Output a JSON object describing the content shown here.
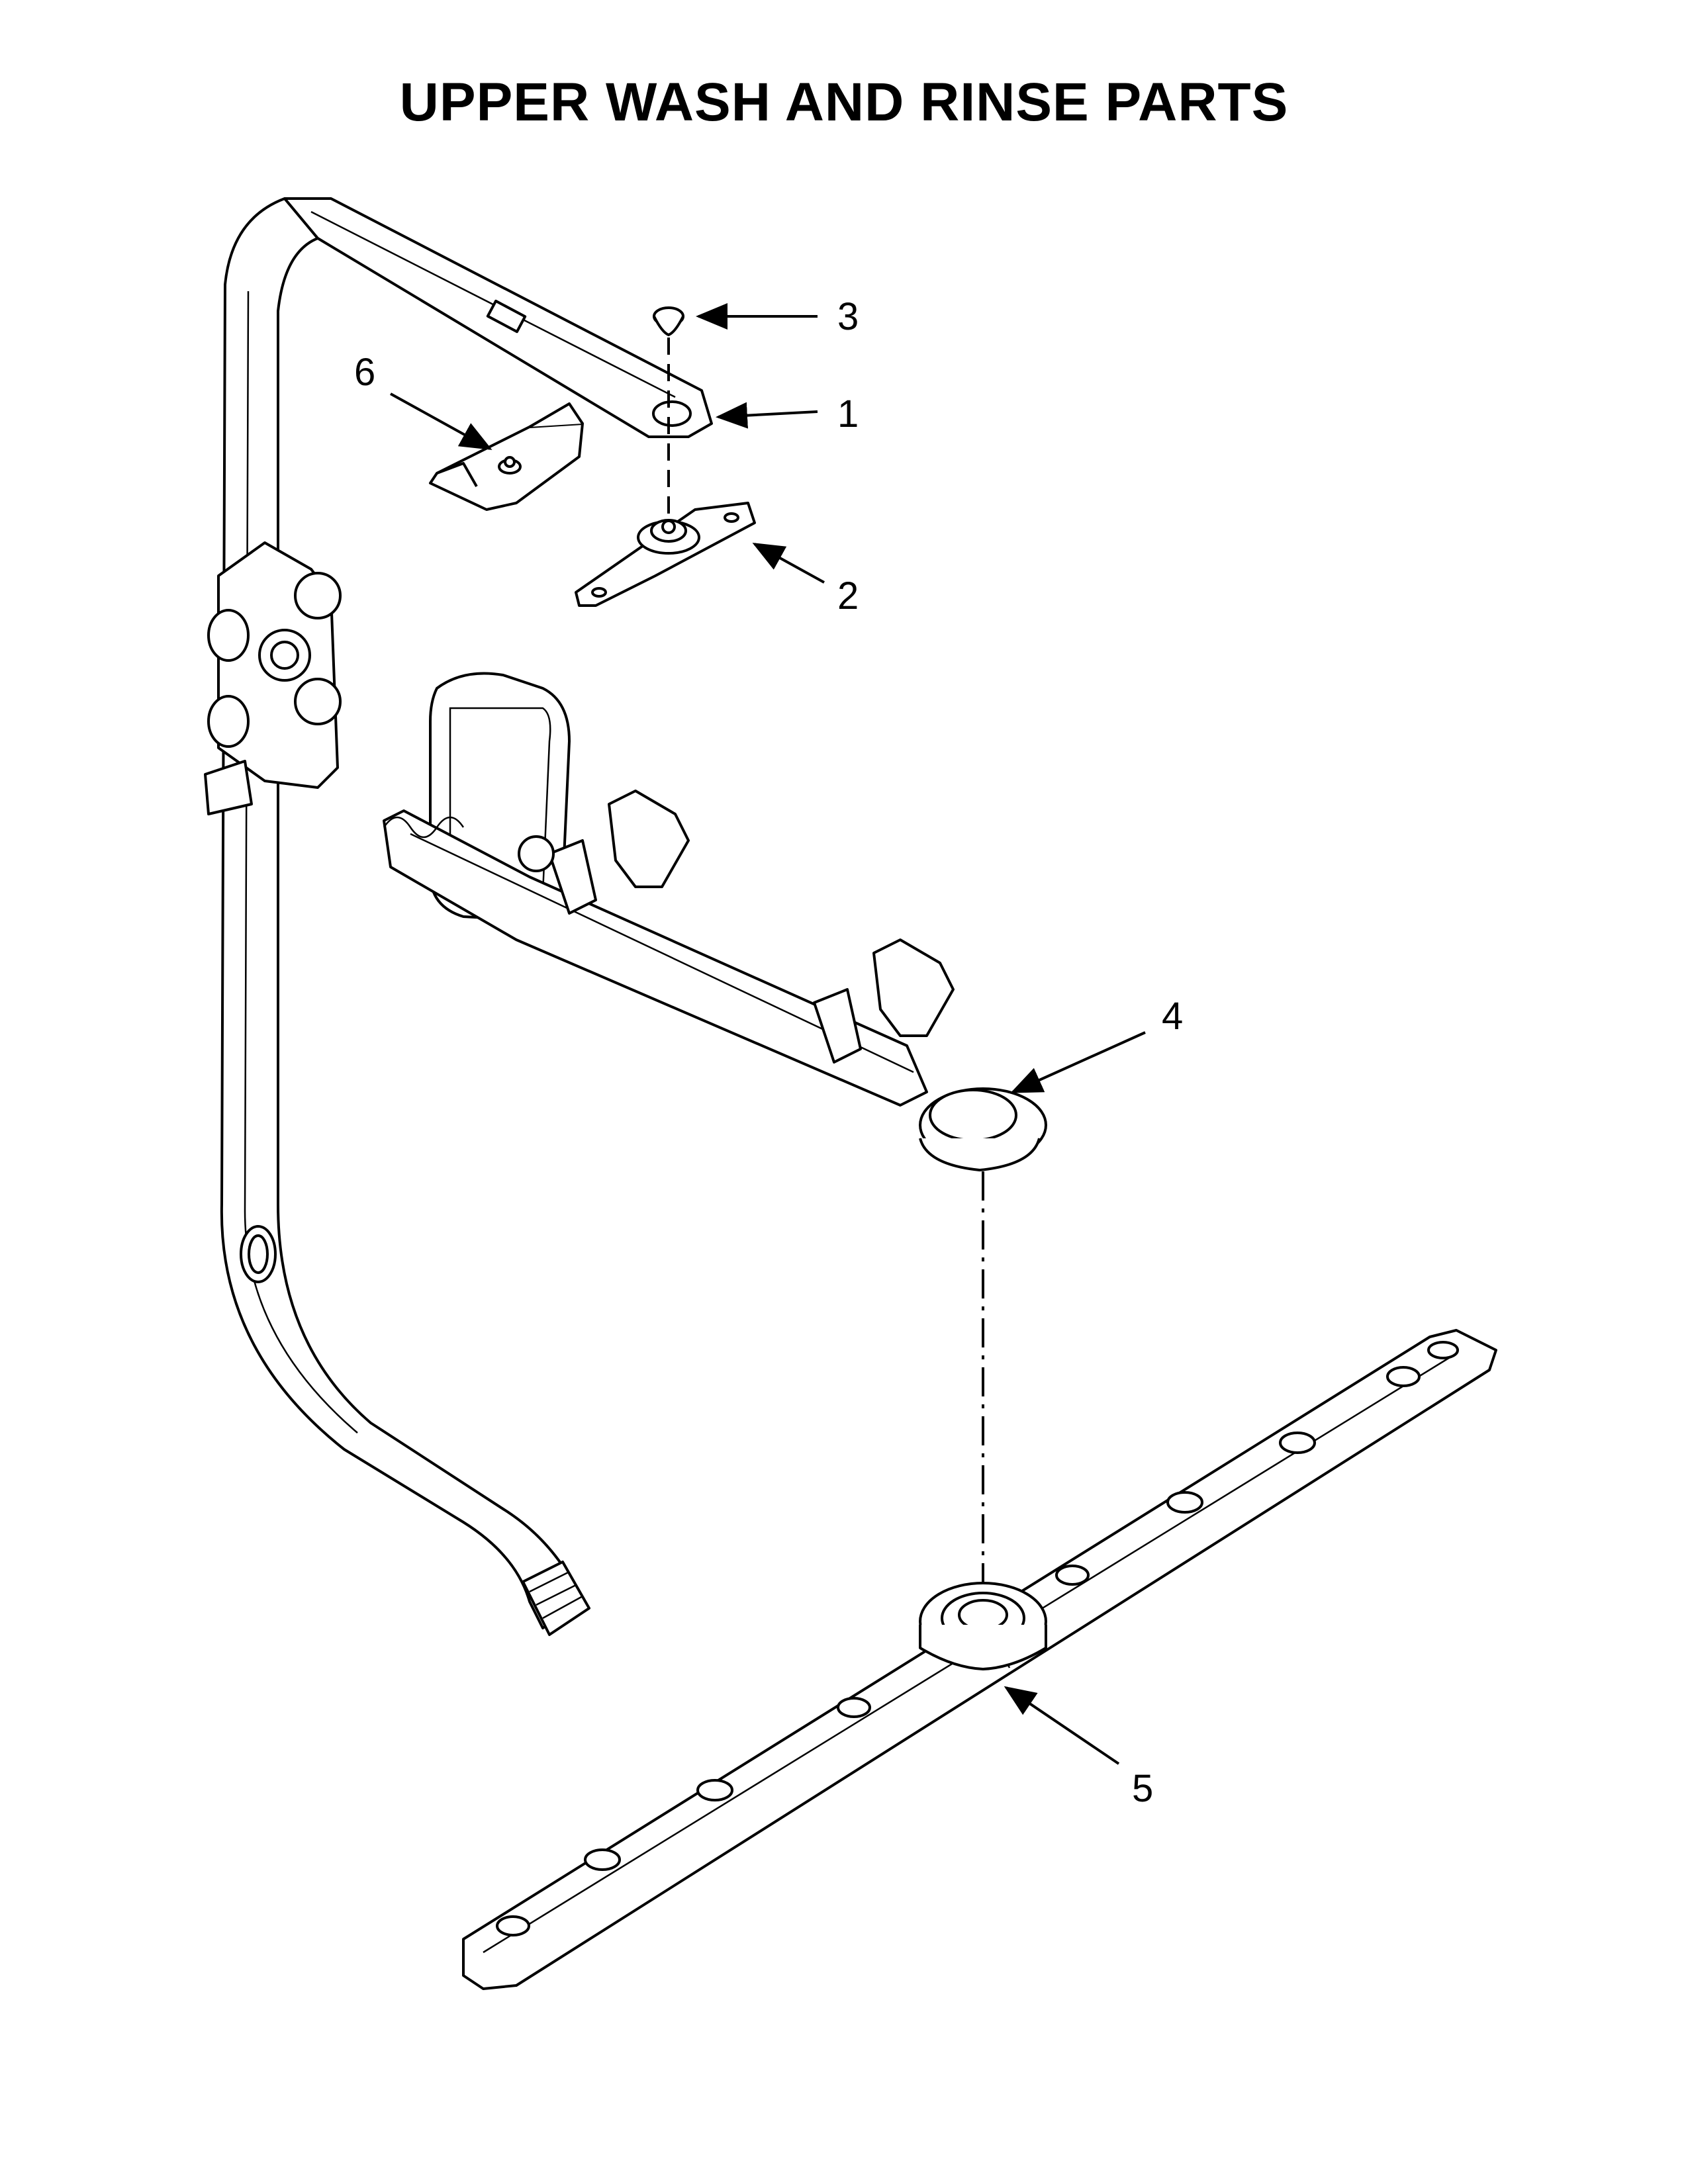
{
  "header": {
    "title": "UPPER WASH AND RINSE PARTS"
  },
  "callouts": [
    {
      "id": "1",
      "label": "1"
    },
    {
      "id": "2",
      "label": "2"
    },
    {
      "id": "3",
      "label": "3"
    },
    {
      "id": "4",
      "label": "4"
    },
    {
      "id": "5",
      "label": "5"
    },
    {
      "id": "6",
      "label": "6"
    }
  ]
}
